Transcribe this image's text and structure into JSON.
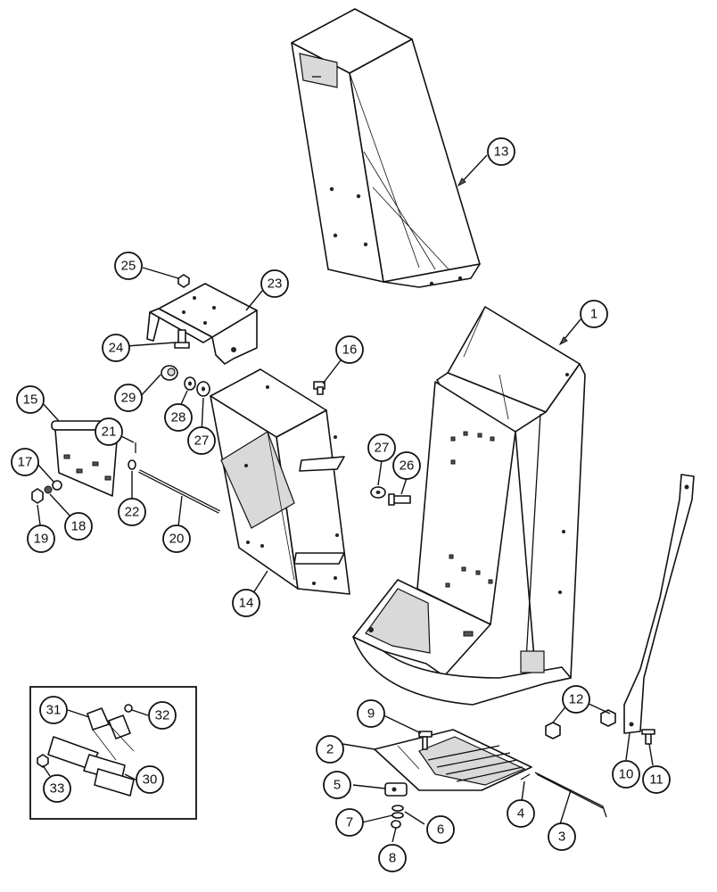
{
  "callouts": [
    {
      "id": "1",
      "label": "1"
    },
    {
      "id": "2",
      "label": "2"
    },
    {
      "id": "3",
      "label": "3"
    },
    {
      "id": "4",
      "label": "4"
    },
    {
      "id": "5",
      "label": "5"
    },
    {
      "id": "6",
      "label": "6"
    },
    {
      "id": "7",
      "label": "7"
    },
    {
      "id": "8",
      "label": "8"
    },
    {
      "id": "9",
      "label": "9"
    },
    {
      "id": "10",
      "label": "10"
    },
    {
      "id": "11",
      "label": "11"
    },
    {
      "id": "12",
      "label": "12"
    },
    {
      "id": "13",
      "label": "13"
    },
    {
      "id": "14",
      "label": "14"
    },
    {
      "id": "15",
      "label": "15"
    },
    {
      "id": "16",
      "label": "16"
    },
    {
      "id": "17",
      "label": "17"
    },
    {
      "id": "18",
      "label": "18"
    },
    {
      "id": "19",
      "label": "19"
    },
    {
      "id": "20",
      "label": "20"
    },
    {
      "id": "21",
      "label": "21"
    },
    {
      "id": "22",
      "label": "22"
    },
    {
      "id": "23",
      "label": "23"
    },
    {
      "id": "24",
      "label": "24"
    },
    {
      "id": "25",
      "label": "25"
    },
    {
      "id": "26",
      "label": "26"
    },
    {
      "id": "27a",
      "label": "27"
    },
    {
      "id": "27b",
      "label": "27"
    },
    {
      "id": "28",
      "label": "28"
    },
    {
      "id": "29",
      "label": "29"
    },
    {
      "id": "30",
      "label": "30"
    },
    {
      "id": "31",
      "label": "31"
    },
    {
      "id": "32",
      "label": "32"
    },
    {
      "id": "33",
      "label": "33"
    }
  ]
}
